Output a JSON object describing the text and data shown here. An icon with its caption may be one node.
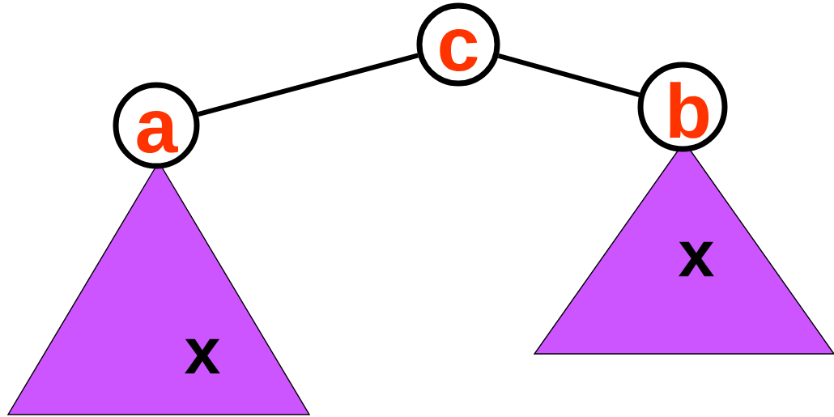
{
  "diagram": {
    "nodes": [
      {
        "text": [
          "c"
        ]
      },
      {
        "text": [
          "a"
        ]
      },
      {
        "text": [
          "b"
        ]
      },
      {
        "text": [
          "x"
        ]
      },
      {
        "text": [
          "x"
        ]
      }
    ],
    "edges": [
      {
        "from": 0,
        "to": 1,
        "arrow": "none"
      },
      {
        "from": 0,
        "to": 2,
        "arrow": "none"
      }
    ]
  }
}
